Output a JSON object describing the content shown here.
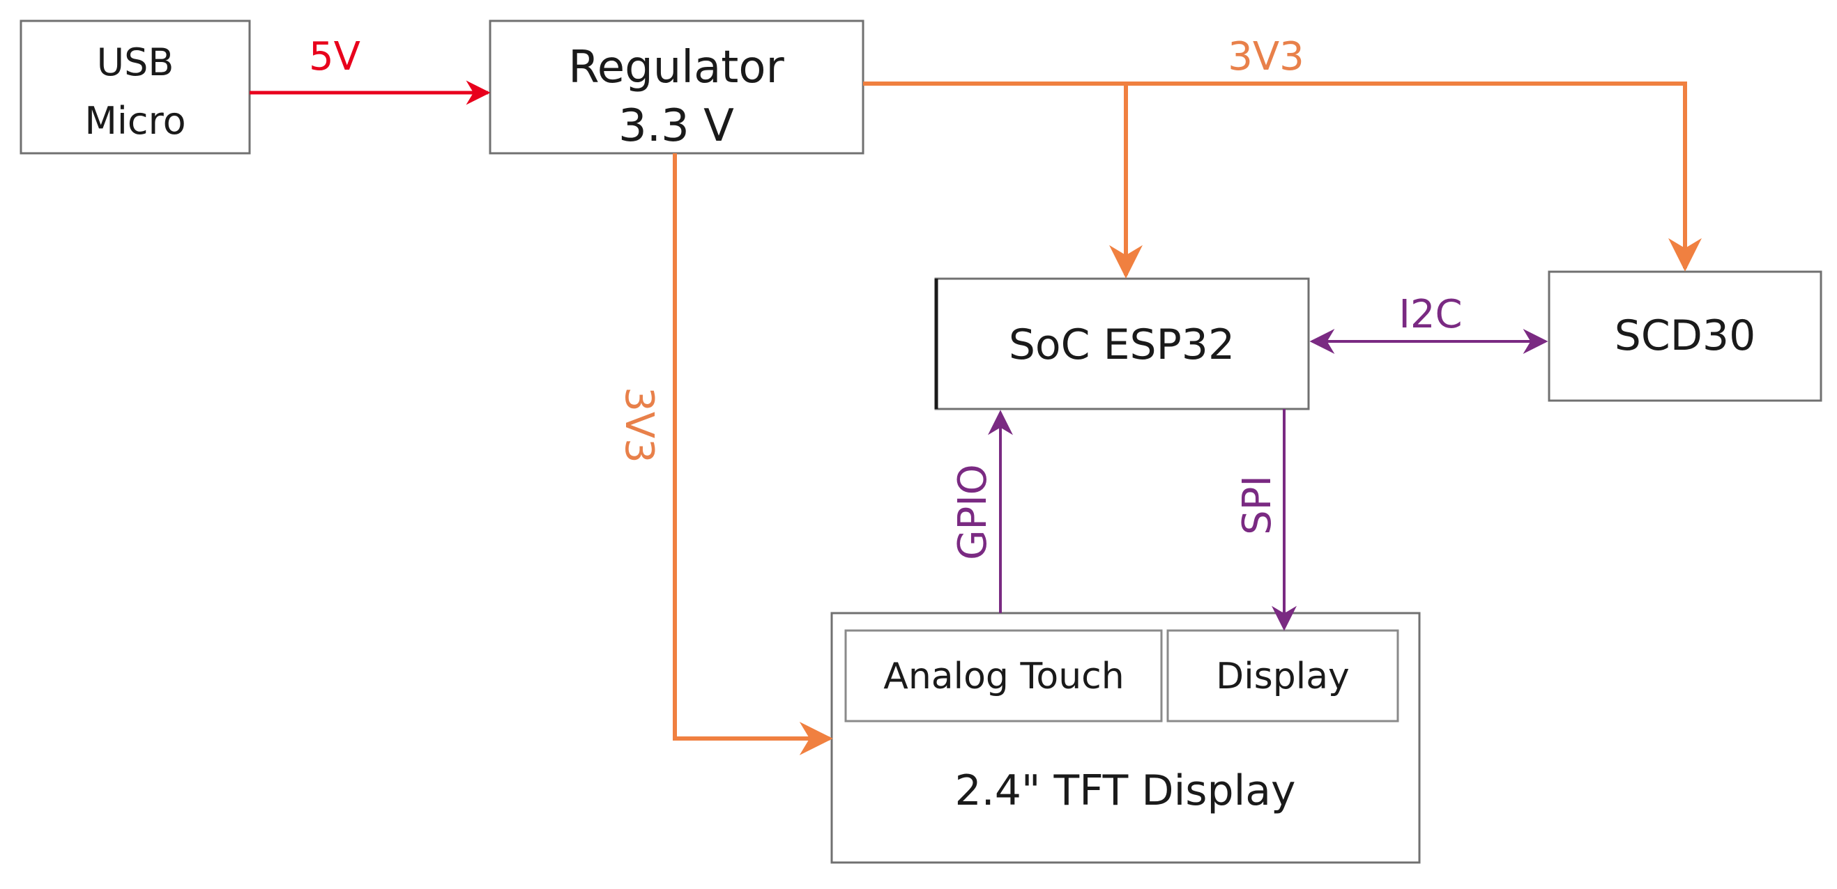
{
  "colors": {
    "box_stroke": "#707070",
    "text": "#1a1a1a",
    "power_5v": "#e8001c",
    "power_3v3": "#f08040",
    "power_3v3_label": "#e8804a",
    "signal": "#7a2a82"
  },
  "blocks": {
    "usb": {
      "line1": "USB",
      "line2": "Micro"
    },
    "regulator": {
      "line1": "Regulator",
      "line2": "3.3 V"
    },
    "soc": {
      "label": "SoC ESP32"
    },
    "scd30": {
      "label": "SCD30"
    },
    "tft": {
      "label": "2.4\" TFT Display",
      "touch": "Analog Touch",
      "display": "Display"
    }
  },
  "connections": {
    "usb_to_regulator": "5V",
    "regulator_to_top_rail": "3V3",
    "regulator_to_tft": "3V3",
    "soc_scd30": "I2C",
    "touch_to_soc": "GPIO",
    "soc_to_display": "SPI"
  }
}
